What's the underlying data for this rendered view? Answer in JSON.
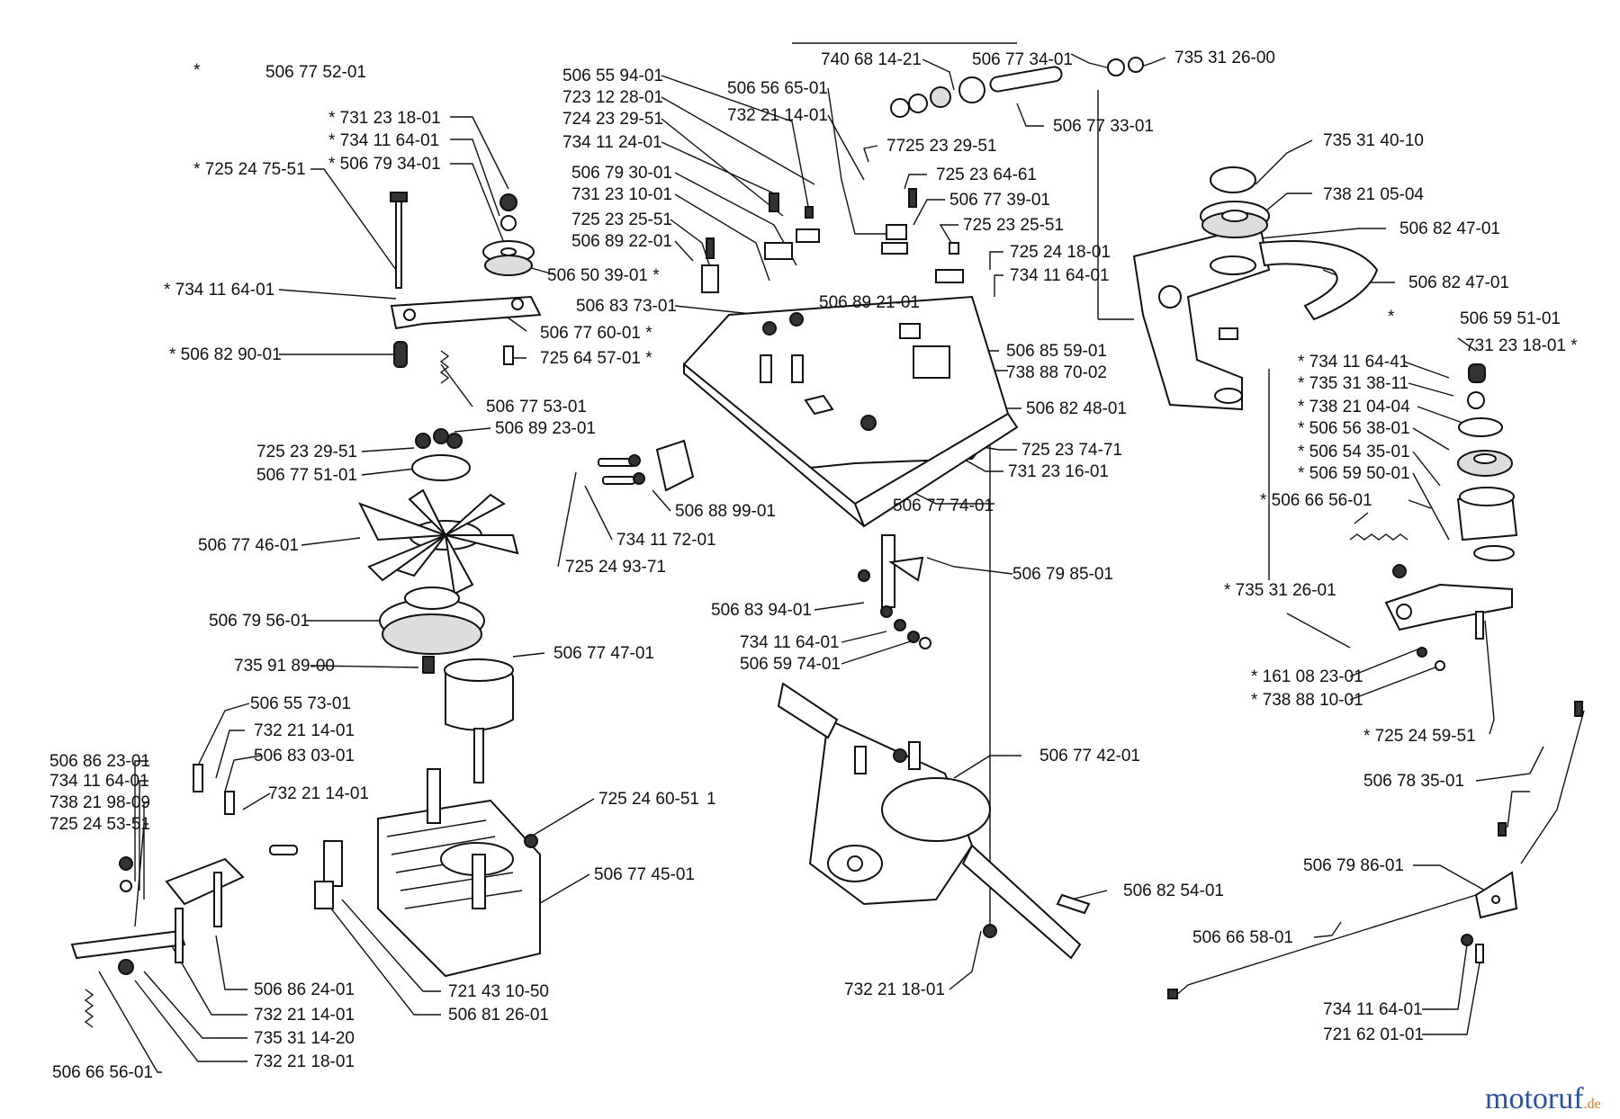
{
  "diagram": {
    "colors": {
      "ink": "#111111",
      "watermark_main": "#2b4fa0",
      "watermark_dot": "#e07b1a"
    },
    "labels": [
      "*",
      "506 77 52-01",
      "* 731 23 18-01",
      "* 734 11 64-01",
      "* 506 79 34-01",
      "* 725 24 75-51",
      "* 734 11 64-01",
      "* 506 82 90-01",
      "506 50 39-01 *",
      "506 77 60-01 *",
      "725 64 57-01 *",
      "506 77 53-01",
      "506 89 23-01",
      "725 23 29-51",
      "506 77 51-01",
      "506 77 46-01",
      "506 79 56-01",
      "735 91 89-00",
      "506 55 73-01",
      "732 21 14-01",
      "506 83 03-01",
      "732 21 14-01",
      "506 86 23-01",
      "734 11 64-01",
      "738 21 98-09",
      "725 24 53-51",
      "506 77 47-01",
      "725 24 60-51",
      "1",
      "506 77 45-01",
      "506 86 24-01",
      "732 21 14-01",
      "735 31 14-20",
      "732 21 18-01",
      "506 66 56-01",
      "721 43 10-50",
      "506 81 26-01",
      "506 55 94-01",
      "723 12 28-01",
      "724 23 29-51",
      "734 11 24-01",
      "506 79 30-01",
      "731 23 10-01",
      "725 23 25-51",
      "506 89 22-01",
      "506 83 73-01",
      "506 88 99-01",
      "734 11 72-01",
      "725 24 93-71",
      "506 56 65-01",
      "732 21 14-01",
      "740 68 14-21",
      "506 77 34-01",
      "735 31 26-00",
      "506 77 33-01",
      "7725 23 29-51",
      "725 23 64-61",
      "506 77 39-01",
      "725 23 25-51",
      "725 24 18-01",
      "734 11 64-01",
      "506 89 21-01",
      "506 85 59-01",
      "738 88 70-02",
      "506 82 48-01",
      "725 23 74-71",
      "731 23 16-01",
      "506 77 74-01",
      "506 79 85-01",
      "506 83 94-01",
      "734 11 64-01",
      "506 59 74-01",
      "506 77 42-01",
      "506 82 54-01",
      "732 21 18-01",
      "735 31 40-10",
      "738 21 05-04",
      "506 82 47-01",
      "506 82 47-01",
      "*",
      "506 59 51-01",
      "731 23 18-01 *",
      "* 734 11 64-41",
      "* 735 31 38-11",
      "* 738 21 04-04",
      "* 506 56 38-01",
      "* 506 54 35-01",
      "* 506 59 50-01",
      "* 506 66 56-01",
      "* 735 31 26-01",
      "* 161 08 23-01",
      "* 738 88 10-01",
      "* 725 24 59-51",
      "506 78 35-01",
      "506 79 86-01",
      "506 66 58-01",
      "734 11 64-01",
      "721 62 01-01"
    ],
    "watermark": {
      "main": "motoruf",
      "suffix": ".de"
    }
  }
}
